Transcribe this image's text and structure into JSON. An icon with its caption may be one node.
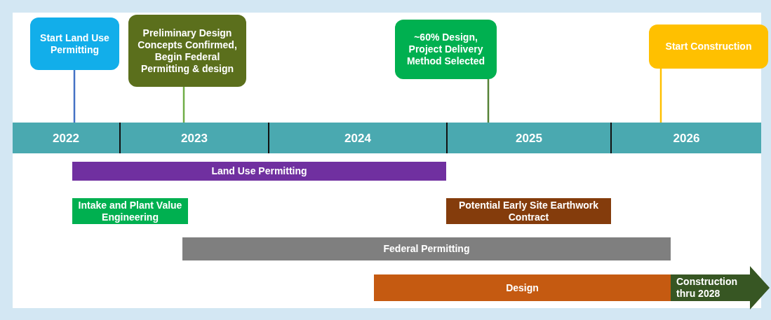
{
  "diagram": {
    "nodes": [
      {
        "text": [
          "Start Land Use Permitting"
        ]
      },
      {
        "text": [
          "Preliminary Design Concepts Confirmed, Begin Federal Permitting & design"
        ]
      },
      {
        "text": [
          "~60% Design, Project Delivery Method Selected"
        ]
      },
      {
        "text": [
          "Start Construction"
        ]
      },
      {
        "text": [
          "2022"
        ]
      },
      {
        "text": [
          "2023"
        ]
      },
      {
        "text": [
          "2024"
        ]
      },
      {
        "text": [
          "2025"
        ]
      },
      {
        "text": [
          "2026"
        ]
      },
      {
        "text": [
          "Land Use Permitting"
        ]
      },
      {
        "text": [
          "Intake and Plant Value Engineering"
        ]
      },
      {
        "text": [
          "Potential Early Site Earthwork Contract"
        ]
      },
      {
        "text": [
          "Federal Permitting"
        ]
      },
      {
        "text": [
          "Design"
        ]
      },
      {
        "text": [
          "Construction thru 2028"
        ]
      }
    ],
    "edges": [
      {
        "from": 0,
        "to": 4,
        "arrow": "none",
        "color": "#4472c4"
      },
      {
        "from": 1,
        "to": 5,
        "arrow": "none",
        "color": "#70ad47"
      },
      {
        "from": 2,
        "to": 7,
        "arrow": "none",
        "color": "#548235"
      },
      {
        "from": 3,
        "to": 8,
        "arrow": "none",
        "color": "#ffc000"
      }
    ]
  }
}
